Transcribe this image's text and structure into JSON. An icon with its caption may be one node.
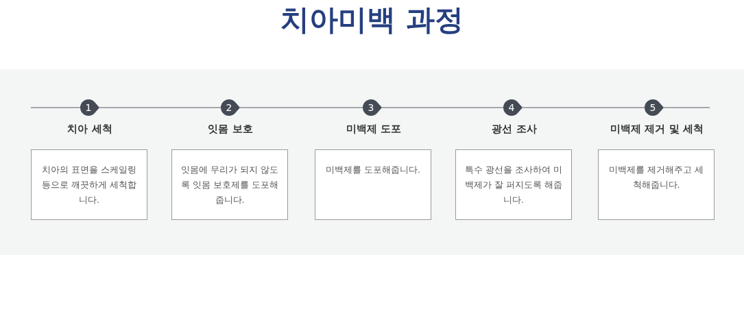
{
  "diagram": {
    "title": "치아미백 과정",
    "nodes": [
      {
        "text": [
          "1"
        ]
      },
      {
        "text": [
          "2"
        ]
      },
      {
        "text": [
          "3"
        ]
      },
      {
        "text": [
          "4"
        ]
      },
      {
        "text": [
          "5"
        ]
      },
      {
        "text": [
          "치아 세척",
          "치아의 표면을 스케일링 등으로 깨끗하게 세척합니다."
        ]
      },
      {
        "text": [
          "잇몸 보호",
          "잇몸에 무리가 되지 않도록 잇몸 보호제를 도포해줍니다."
        ]
      },
      {
        "text": [
          "미백제 도포",
          "미백제를 도포해줍니다."
        ]
      },
      {
        "text": [
          "광선 조사",
          "특수 광선을 조사하여 미백제가 잘 퍼지도록 해줍니다."
        ]
      },
      {
        "text": [
          "미백제 제거 및 세척",
          "미백제를 제거해주고 세척해줍니다."
        ]
      }
    ],
    "edges": [
      {
        "from": 0,
        "to": 1,
        "arrow": "none"
      },
      {
        "from": 1,
        "to": 2,
        "arrow": "none"
      },
      {
        "from": 2,
        "to": 3,
        "arrow": "none"
      },
      {
        "from": 3,
        "to": 4,
        "arrow": "none"
      }
    ]
  }
}
